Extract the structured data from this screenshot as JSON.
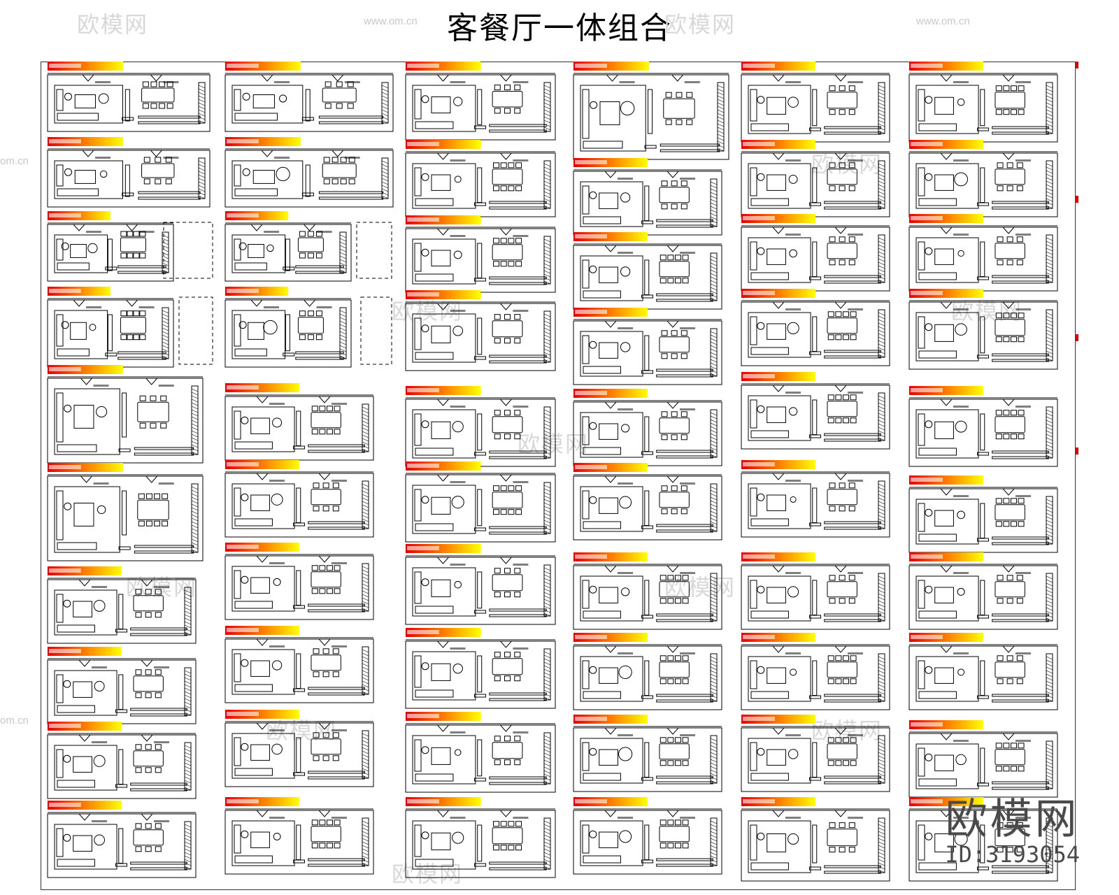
{
  "title": "客餐厅一体组合",
  "watermark": {
    "url": "www.om.cn",
    "site": "欧模网",
    "edge": "om.cn"
  },
  "brand": {
    "logo": "欧模网",
    "id": "ID:3193054"
  },
  "colors": {
    "banner_start": "#e60000",
    "banner_end": "#ffff00",
    "line": "#000000",
    "accent": "#e00000"
  }
}
